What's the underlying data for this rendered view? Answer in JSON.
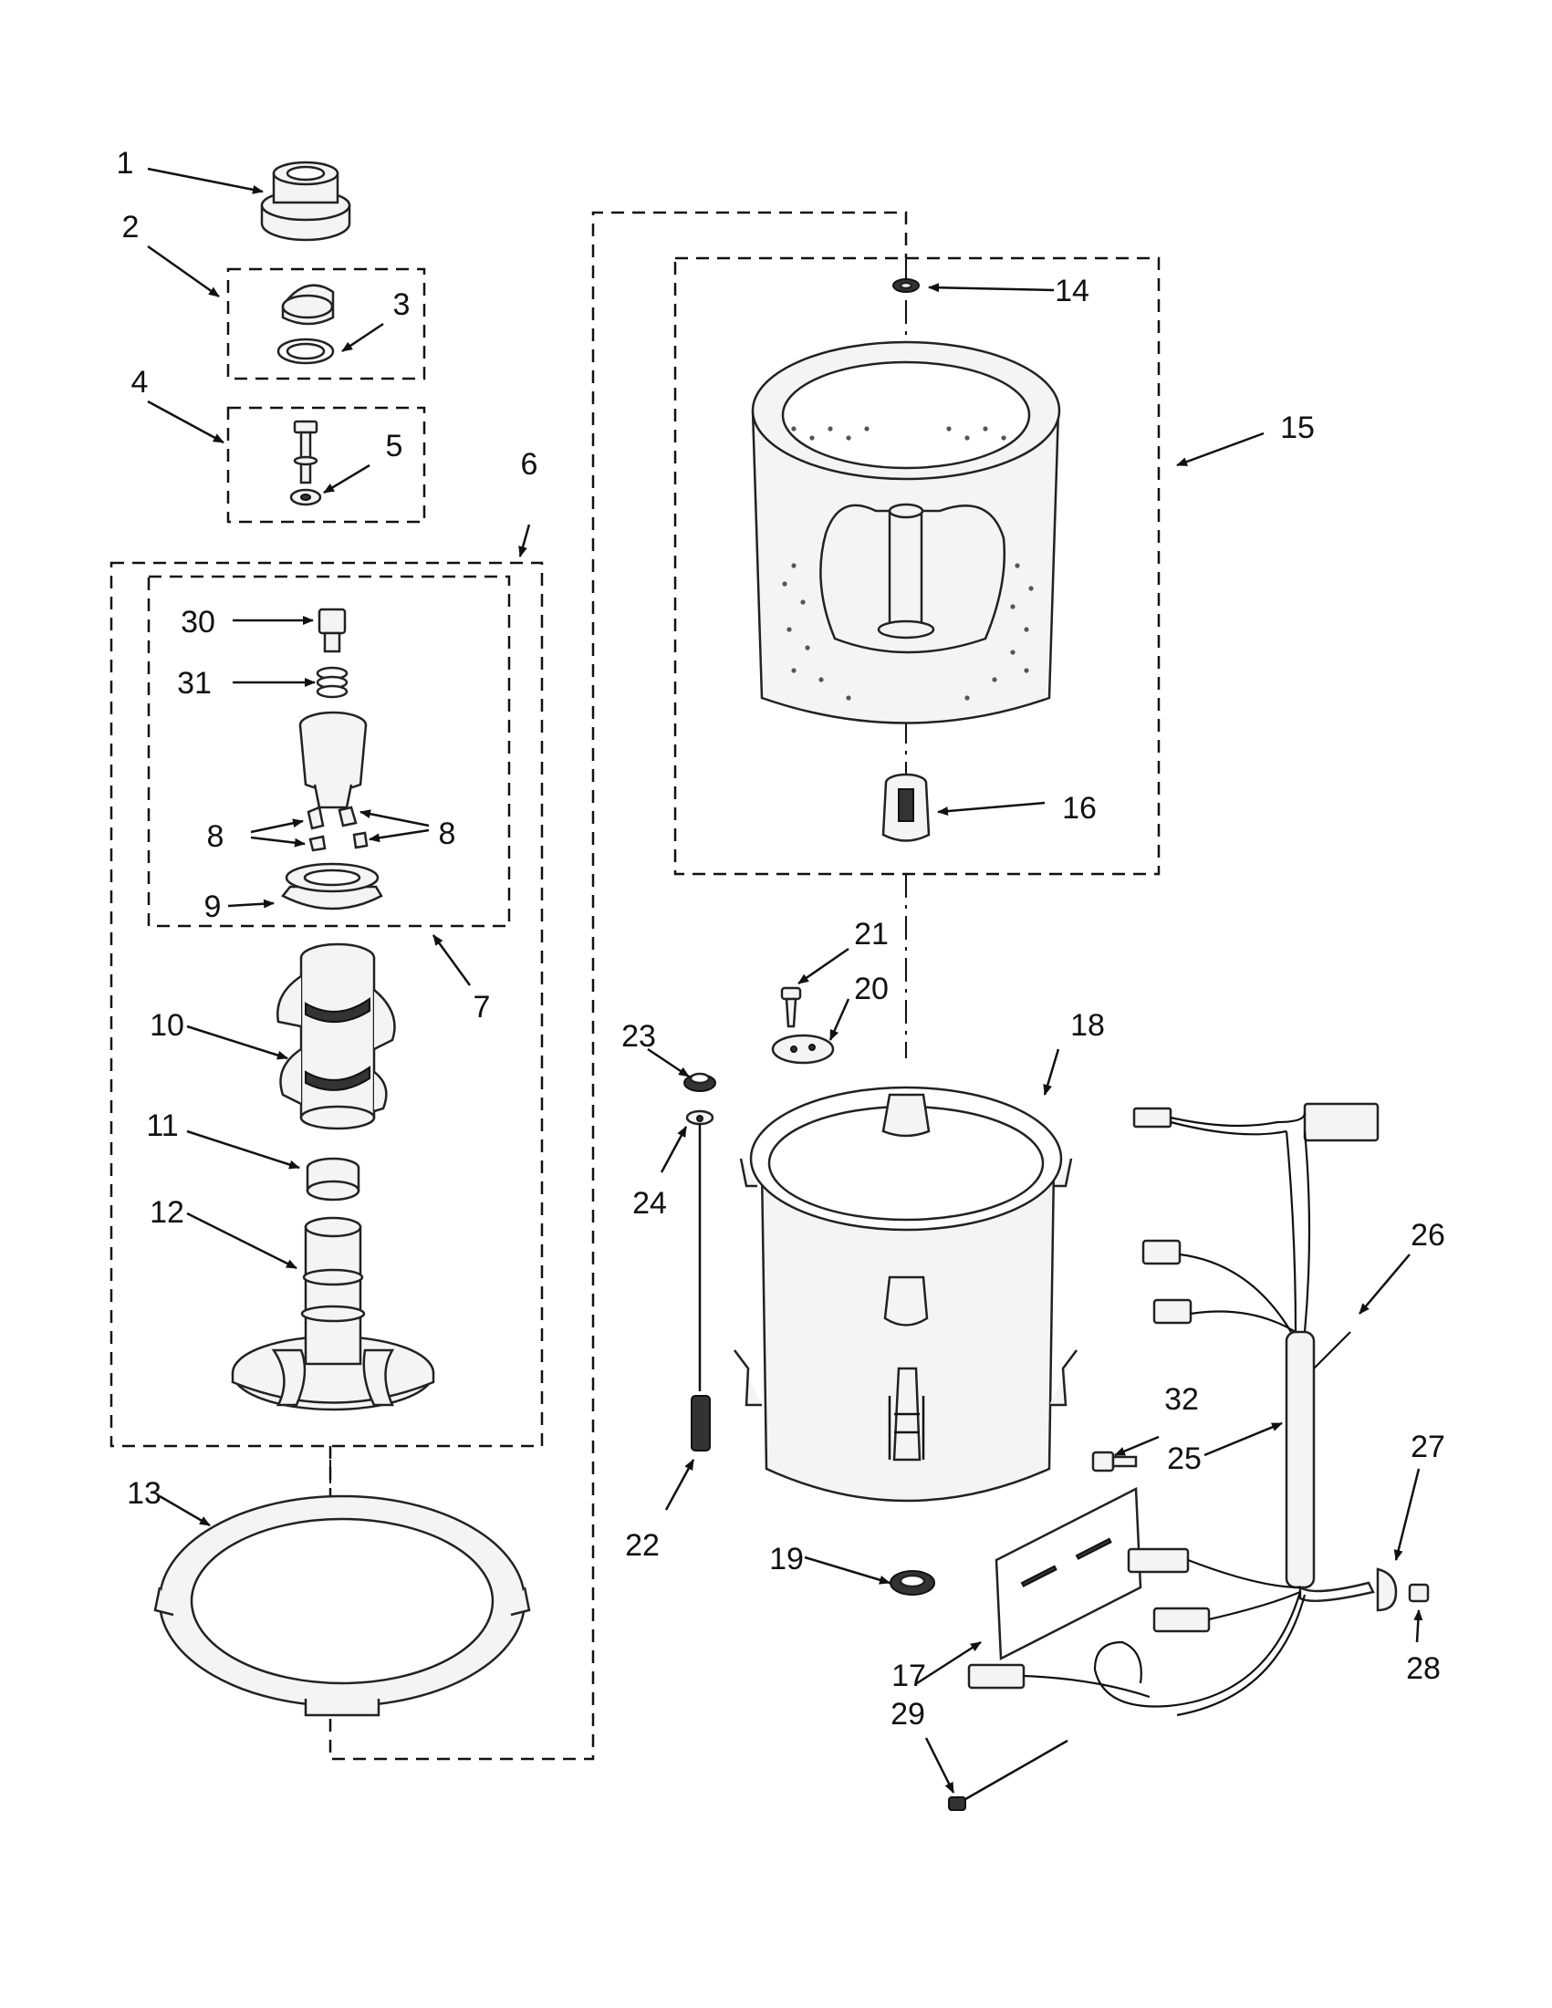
{
  "callouts": [
    {
      "id": "c1",
      "label": "1"
    },
    {
      "id": "c2",
      "label": "2"
    },
    {
      "id": "c3",
      "label": "3"
    },
    {
      "id": "c4",
      "label": "4"
    },
    {
      "id": "c5",
      "label": "5"
    },
    {
      "id": "c6",
      "label": "6"
    },
    {
      "id": "c7",
      "label": "7"
    },
    {
      "id": "c8a",
      "label": "8"
    },
    {
      "id": "c8b",
      "label": "8"
    },
    {
      "id": "c9",
      "label": "9"
    },
    {
      "id": "c10",
      "label": "10"
    },
    {
      "id": "c11",
      "label": "11"
    },
    {
      "id": "c12",
      "label": "12"
    },
    {
      "id": "c13",
      "label": "13"
    },
    {
      "id": "c14",
      "label": "14"
    },
    {
      "id": "c15",
      "label": "15"
    },
    {
      "id": "c16",
      "label": "16"
    },
    {
      "id": "c17",
      "label": "17"
    },
    {
      "id": "c18",
      "label": "18"
    },
    {
      "id": "c19",
      "label": "19"
    },
    {
      "id": "c20",
      "label": "20"
    },
    {
      "id": "c21",
      "label": "21"
    },
    {
      "id": "c22",
      "label": "22"
    },
    {
      "id": "c23",
      "label": "23"
    },
    {
      "id": "c24",
      "label": "24"
    },
    {
      "id": "c25",
      "label": "25"
    },
    {
      "id": "c26",
      "label": "26"
    },
    {
      "id": "c27",
      "label": "27"
    },
    {
      "id": "c28",
      "label": "28"
    },
    {
      "id": "c29",
      "label": "29"
    },
    {
      "id": "c30",
      "label": "30"
    },
    {
      "id": "c31",
      "label": "31"
    },
    {
      "id": "c32",
      "label": "32"
    }
  ]
}
